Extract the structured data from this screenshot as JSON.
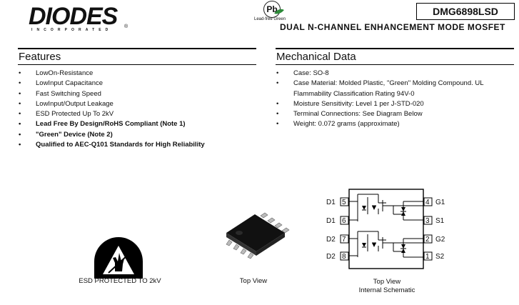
{
  "header": {
    "logo": "DIODES",
    "logo_sub": "INCORPORATED",
    "logo_reg": "®",
    "pb_mark": "Pb",
    "lead_free_label": "Lead-free Green",
    "part_number": "DMG6898LSD",
    "subtitle": "DUAL N-CHANNEL ENHANCEMENT MODE MOSFET"
  },
  "features": {
    "title": "Features",
    "items": [
      {
        "text": "LowOn-Resistance",
        "bold": false
      },
      {
        "text": "LowInput Capacitance",
        "bold": false
      },
      {
        "text": "Fast Switching Speed",
        "bold": false
      },
      {
        "text": "LowInput/Output Leakage",
        "bold": false
      },
      {
        "text": "ESD Protected Up To 2kV",
        "bold": false
      },
      {
        "text": "Lead Free By Design/RoHS Compliant (Note 1)",
        "bold": true
      },
      {
        "text": "\"Green\" Device (Note 2)",
        "bold": true
      },
      {
        "text": "Qualified to AEC-Q101 Standards for High Reliability",
        "bold": true
      }
    ]
  },
  "mechanical": {
    "title": "Mechanical Data",
    "items": [
      "Case: SO-8",
      "Case Material: Molded Plastic, \"Green\" Molding Compound. UL Flammability Classification Rating 94V-0",
      "Moisture Sensitivity: Level 1 per J-STD-020",
      "Terminal Connections: See Diagram Below",
      "Weight: 0.072 grams (approximate)"
    ]
  },
  "esd_caption": "ESD PROTECTED TO 2kV",
  "package_caption": "Top View",
  "schematic": {
    "caption1": "Top View",
    "caption2": "Internal Schematic",
    "left_pins": [
      {
        "name": "D1",
        "num": "5"
      },
      {
        "name": "D1",
        "num": "6"
      },
      {
        "name": "D2",
        "num": "7"
      },
      {
        "name": "D2",
        "num": "8"
      }
    ],
    "right_pins": [
      {
        "name": "G1",
        "num": "4"
      },
      {
        "name": "S1",
        "num": "3"
      },
      {
        "name": "G2",
        "num": "2"
      },
      {
        "name": "S2",
        "num": "1"
      }
    ]
  }
}
